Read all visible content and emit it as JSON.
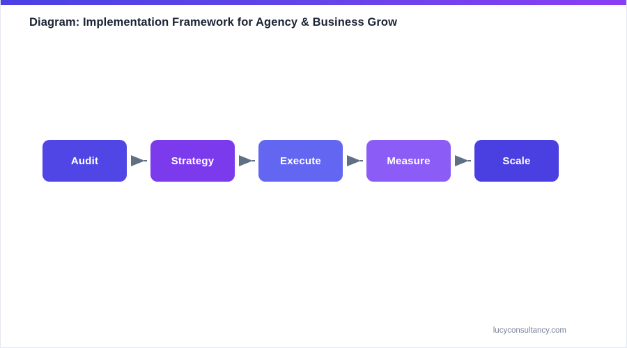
{
  "accent_bar": {
    "gradient_start": "#4a41e4",
    "gradient_mid": "#6344e8",
    "gradient_end": "#8b3df5"
  },
  "header": {
    "title": "Diagram: Implementation Framework for Agency & Business Grow",
    "title_color": "#1b2334"
  },
  "diagram": {
    "type": "process-flow",
    "orientation": "horizontal",
    "connector_icon": "arrow-right-icon",
    "connector_color": "#5f7085",
    "node_text_color": "#ffffff",
    "nodes": [
      {
        "label": "Audit",
        "color": "#4f46e5"
      },
      {
        "label": "Strategy",
        "color": "#7c3aed"
      },
      {
        "label": "Execute",
        "color": "#6366f1"
      },
      {
        "label": "Measure",
        "color": "#8b5cf6"
      },
      {
        "label": "Scale",
        "color": "#4a3fe0"
      }
    ]
  },
  "footer": {
    "link_text": "lucyconsultancy.com",
    "link_color": "#78849a"
  }
}
